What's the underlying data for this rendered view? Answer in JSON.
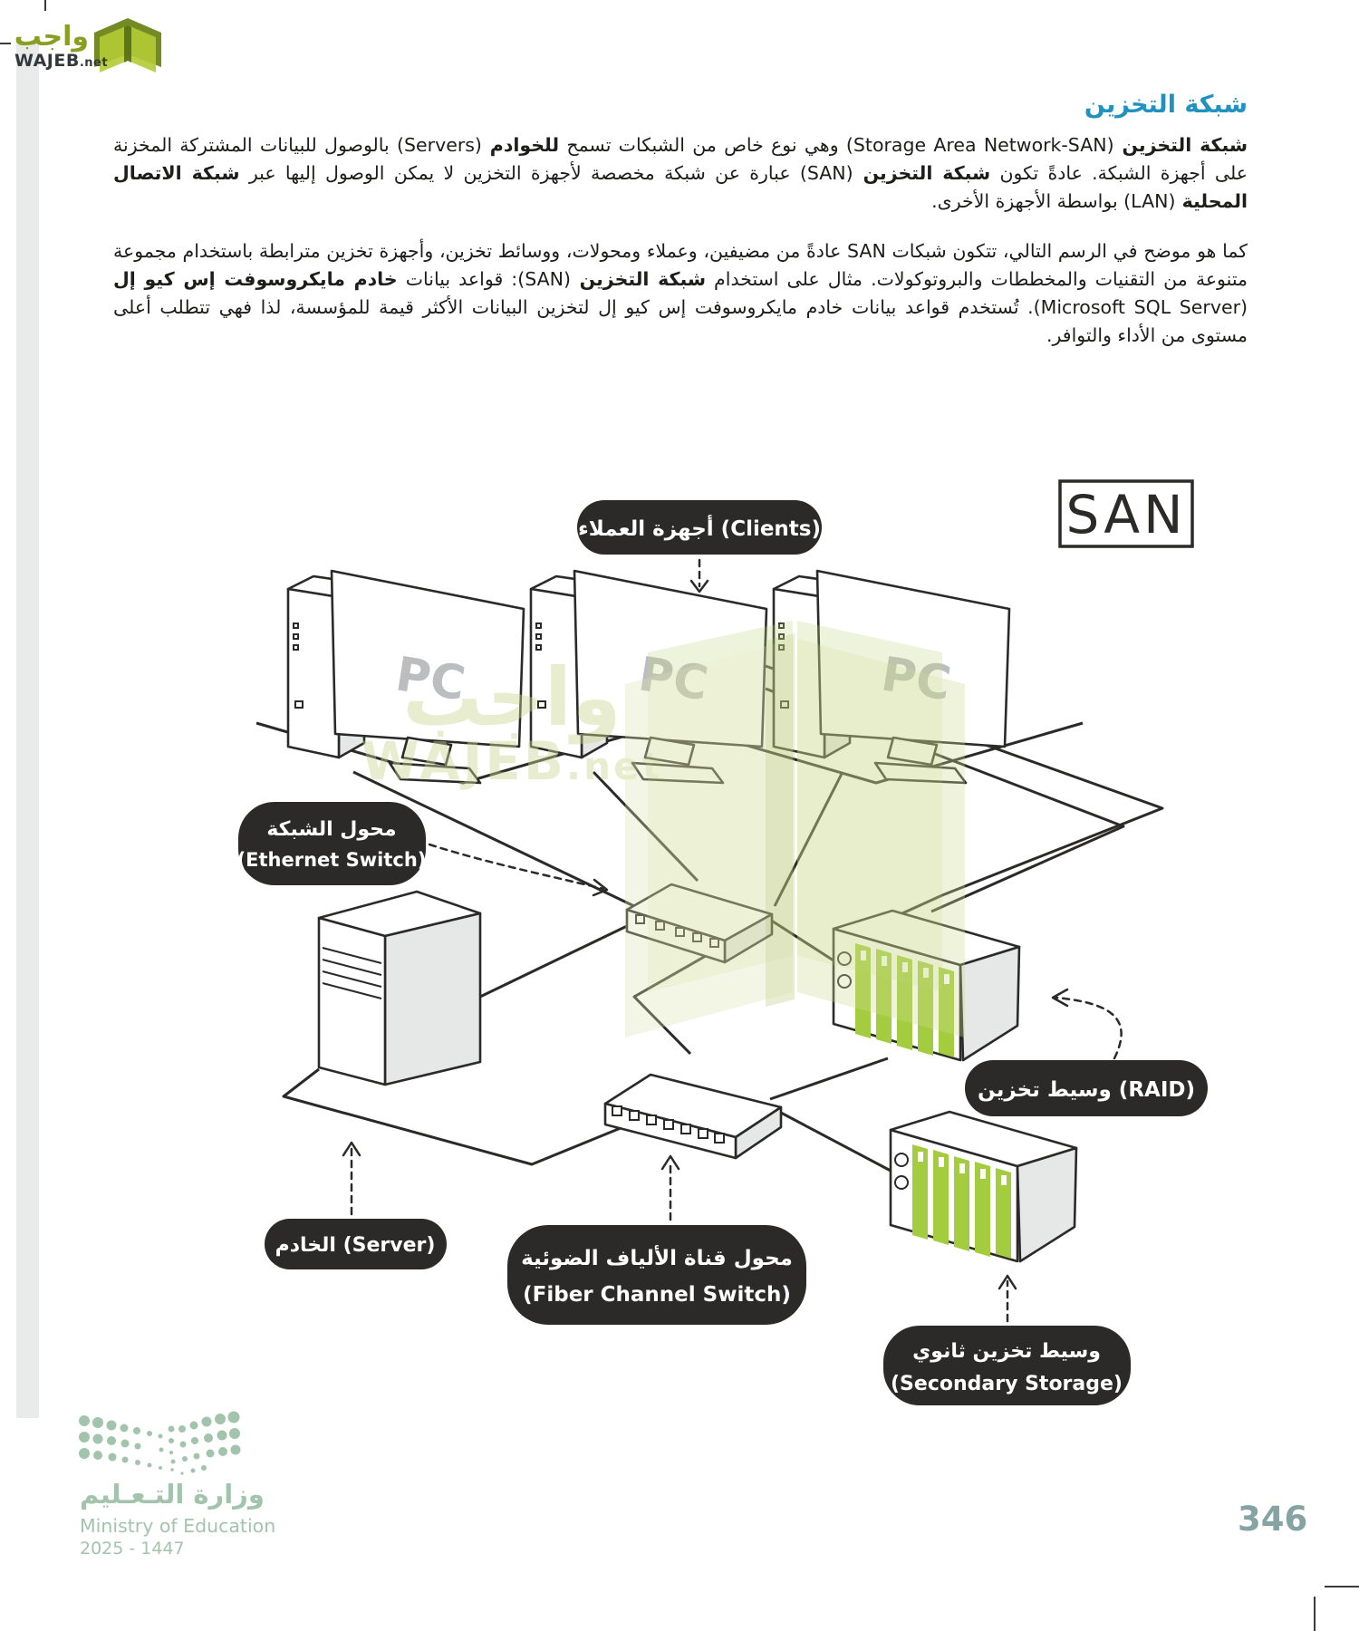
{
  "header_logo": {
    "arabic": "واجب",
    "latin": "WAJEB",
    "suffix": ".net"
  },
  "page": {
    "title": "شبكة التخزين",
    "number": "346"
  },
  "content": {
    "p1_segments": [
      {
        "t": "شبكة التخزين ",
        "b": true
      },
      {
        "t": "(Storage Area Network-SAN) وهي نوع خاص من الشبكات تسمح ",
        "b": false
      },
      {
        "t": "للخوادم ",
        "b": true
      },
      {
        "t": "(Servers) بالوصول للبيانات المشتركة المخزنة على أجهزة الشبكة. عادةً تكون ",
        "b": false
      },
      {
        "t": "شبكة التخزين ",
        "b": true
      },
      {
        "t": "(SAN) عبارة عن شبكة مخصصة لأجهزة التخزين لا يمكن الوصول إليها عبر ",
        "b": false
      },
      {
        "t": "شبكة الاتصال المحلية ",
        "b": true
      },
      {
        "t": "(LAN) بواسطة الأجهزة الأخرى.",
        "b": false
      }
    ],
    "p2_segments": [
      {
        "t": "كما هو موضح في الرسم التالي، تتكون شبكات SAN عادةً من مضيفين، وعملاء ومحولات، ووسائط تخزين، وأجهزة تخزين مترابطة باستخدام مجموعة متنوعة من التقنيات والمخططات والبروتوكولات. مثال على استخدام ",
        "b": false
      },
      {
        "t": "شبكة التخزين ",
        "b": true
      },
      {
        "t": "(SAN): قواعد بيانات ",
        "b": false
      },
      {
        "t": "خادم مايكروسوفت إس كيو إل ",
        "b": true
      },
      {
        "t": "(Microsoft SQL Server). تُستخدم قواعد بيانات خادم مايكروسوفت إس كيو إل لتخزين البيانات الأكثر قيمة للمؤسسة، لذا فهي تتطلب أعلى مستوى من الأداء والتوافر.",
        "b": false
      }
    ]
  },
  "diagram": {
    "san": "SAN",
    "pc": "PC",
    "labels": {
      "clients": "أجهزة العملاء (Clients)",
      "ethernet1": "محول الشبكة",
      "ethernet2": "(Ethernet Switch)",
      "raid": "وسيط تخزين (RAID)",
      "server": "الخادم (Server)",
      "fiber1": "محول قناة الألياف الضوئية",
      "fiber2": "(Fiber Channel Switch)",
      "secondary1": "وسيط تخزين ثانوي",
      "secondary2": "(Secondary Storage)"
    },
    "watermark": {
      "arabic": "واجب",
      "latin": "WAJEB",
      "latin_suffix": ".net"
    }
  },
  "ministry": {
    "name_ar": "وزارة التـعـليم",
    "name_en": "Ministry of Education",
    "years": "2025 - 1447"
  },
  "colors": {
    "title_blue": "#2191c0",
    "label_bg": "#2b2a29",
    "line": "#2b2a29",
    "device_side": "#e6e7e7",
    "disk_green": "#a3cd3f",
    "pc_text": "#bcbdbf",
    "watermark_green": "#ccd893",
    "ministry_green": "#a2c4ac",
    "page_number": "#85a3a2",
    "logo_olive": "#8a9e21",
    "logo_dark": "#33383b",
    "gray_bar": "#e9ebeb"
  }
}
